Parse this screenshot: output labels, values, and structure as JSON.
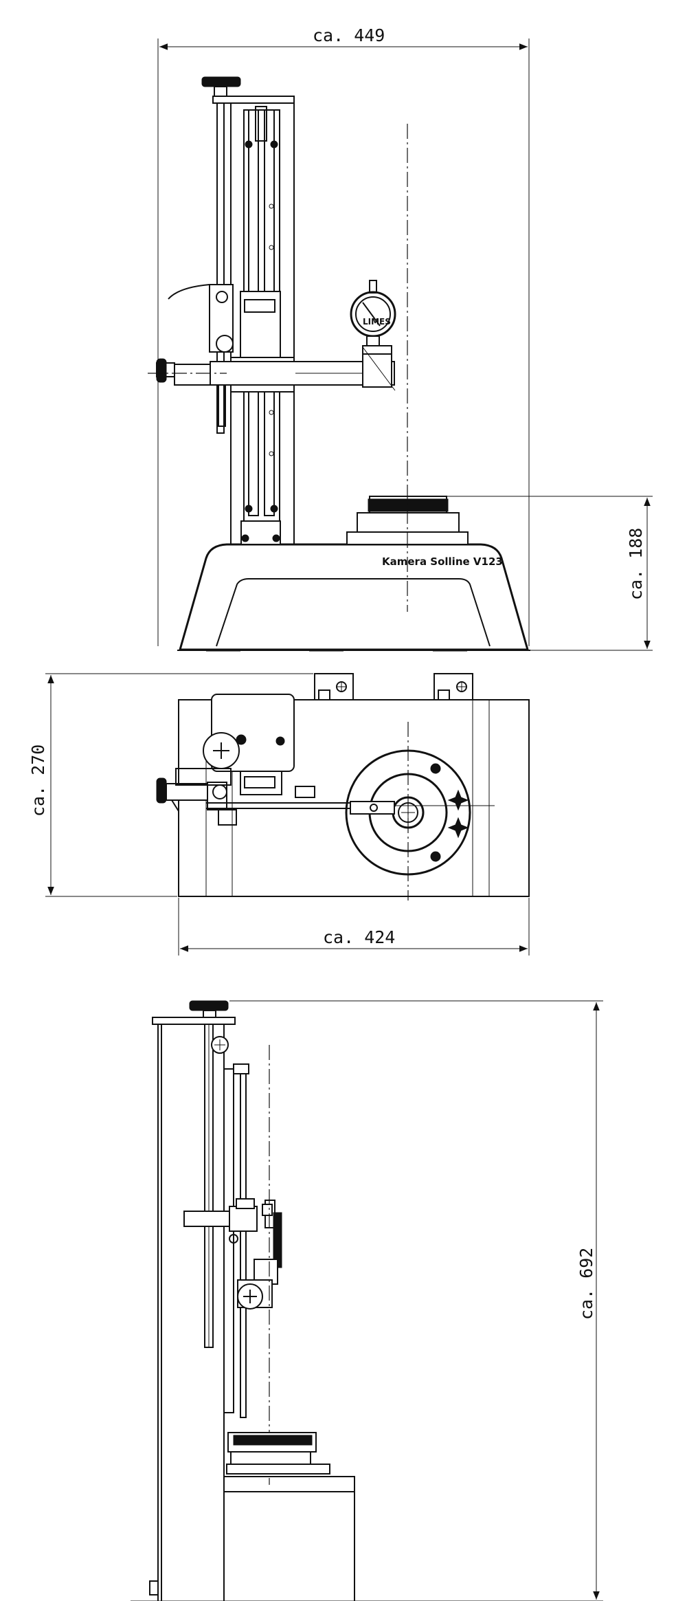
{
  "dimensions": {
    "width_front": "ca.  449",
    "base_height": "ca.  188",
    "depth_top": "ca.  270",
    "width_top": "ca.  424",
    "total_height": "ca.  692"
  },
  "labels": {
    "brand": "Kamera Solline V123",
    "gauge_logo": "LIMES"
  }
}
